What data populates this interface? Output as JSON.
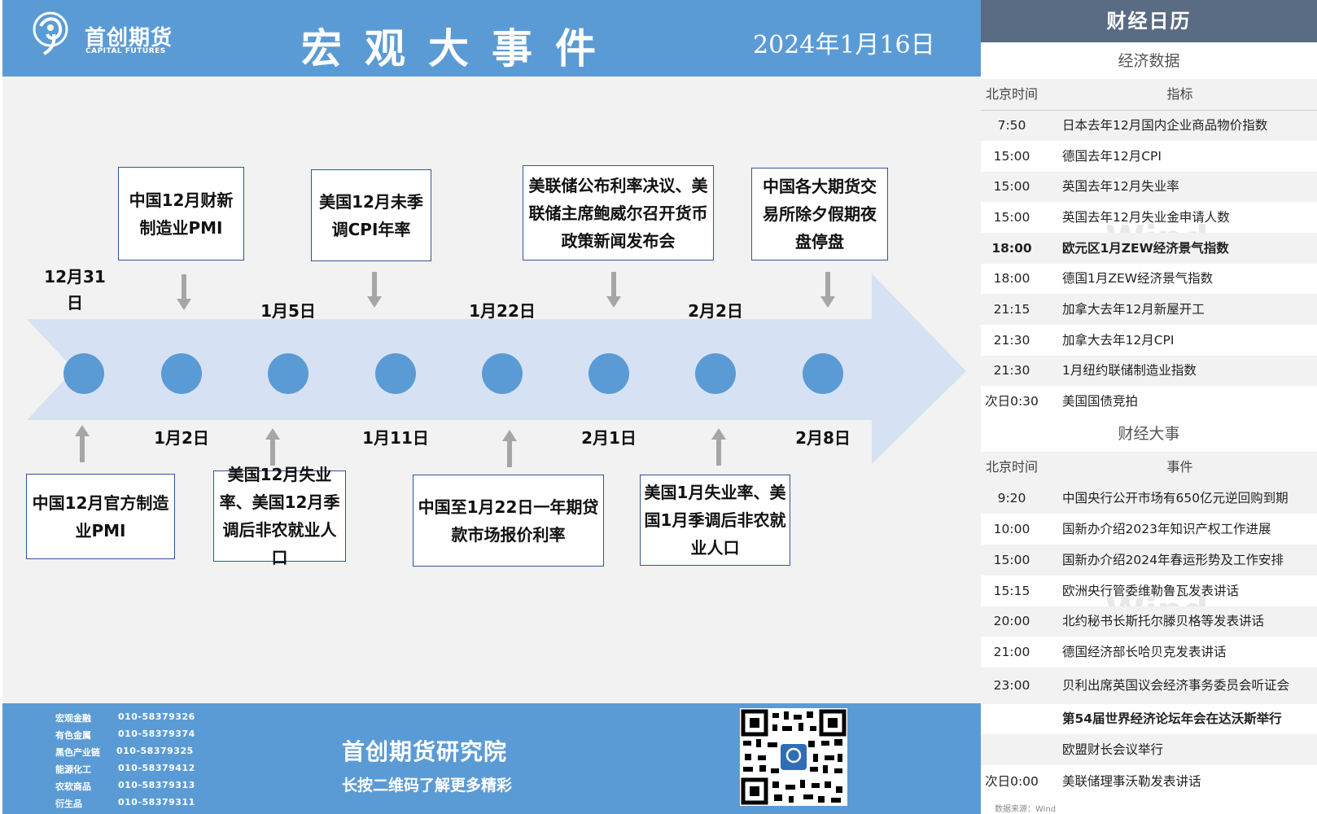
{
  "banner": {
    "logo_cn": "首创期货",
    "logo_en": "CAPITAL FUTURES",
    "title": "宏观大事件",
    "date": "2024年1月16日",
    "color": "#5b9bd5"
  },
  "timeline": {
    "top_dates": [
      "12月31日",
      "1月5日",
      "1月22日",
      "2月2日"
    ],
    "bottom_dates": [
      "1月2日",
      "1月11日",
      "2月1日",
      "2月8日"
    ],
    "top_events": [
      "中国12月财新制造业PMI",
      "美国12月未季调CPI年率",
      "美联储公布利率决议、美联储主席鲍威尔召开货币政策新闻发布会",
      "中国各大期货交易所除夕假期夜盘停盘"
    ],
    "bottom_events": [
      "中国12月官方制造业PMI",
      "美国12月失业率、美国12月季调后非农就业人口",
      "中国至1月22日一年期贷款市场报价利率",
      "美国1月失业率、美国1月季调后非农就业人口"
    ],
    "dot_color": "#5b9bd5",
    "arrow_color": "#d6e2f3"
  },
  "footer": {
    "contacts": [
      {
        "name": "宏观金融",
        "phone": "010-58379326"
      },
      {
        "name": "有色金属",
        "phone": "010-58379374"
      },
      {
        "name": "黑色产业链",
        "phone": "010-58379325"
      },
      {
        "name": "能源化工",
        "phone": "010-58379412"
      },
      {
        "name": "农软商品",
        "phone": "010-58379313"
      },
      {
        "name": "衍生品",
        "phone": "010-58379311"
      }
    ],
    "institute": "首创期货研究院",
    "slogan": "长按二维码了解更多精彩",
    "qr_icon": "qr-code"
  },
  "calendar": {
    "title": "财经日历",
    "economic_section": "经济数据",
    "col_time": "北京时间",
    "col_indicator": "指标",
    "economic": [
      {
        "time": "7:50",
        "item": "日本去年12月国内企业商品物价指数"
      },
      {
        "time": "15:00",
        "item": "德国去年12月CPI"
      },
      {
        "time": "15:00",
        "item": "英国去年12月失业率"
      },
      {
        "time": "15:00",
        "item": "英国去年12月失业金申请人数"
      },
      {
        "time": "18:00",
        "item": "欧元区1月ZEW经济景气指数"
      },
      {
        "time": "18:00",
        "item": "德国1月ZEW经济景气指数"
      },
      {
        "time": "21:15",
        "item": "加拿大去年12月新屋开工"
      },
      {
        "time": "21:30",
        "item": "加拿大去年12月CPI"
      },
      {
        "time": "21:30",
        "item": "1月纽约联储制造业指数"
      },
      {
        "time": "次日0:30",
        "item": "美国国债竞拍"
      }
    ],
    "events_section": "财经大事",
    "col_event": "事件",
    "events": [
      {
        "time": "9:20",
        "item": "中国央行公开市场有650亿元逆回购到期"
      },
      {
        "time": "10:00",
        "item": "国新办介绍2023年知识产权工作进展"
      },
      {
        "time": "15:00",
        "item": "国新办介绍2024年春运形势及工作安排"
      },
      {
        "time": "15:15",
        "item": "欧洲央行管委维勒鲁瓦发表讲话"
      },
      {
        "time": "20:00",
        "item": "北约秘书长斯托尔滕贝格等发表讲话"
      },
      {
        "time": "21:00",
        "item": "德国经济部长哈贝克发表讲话"
      },
      {
        "time": "23:00",
        "item": "贝利出席英国议会经济事务委员会听证会"
      },
      {
        "time": "",
        "item": "第54届世界经济论坛年会在达沃斯举行"
      },
      {
        "time": "",
        "item": "欧盟财长会议举行"
      },
      {
        "time": "次日0:00",
        "item": "美联储理事沃勒发表讲话"
      }
    ],
    "source": "数据来源：Wind",
    "watermark": "Wind",
    "header_color": "#5a6b84"
  }
}
